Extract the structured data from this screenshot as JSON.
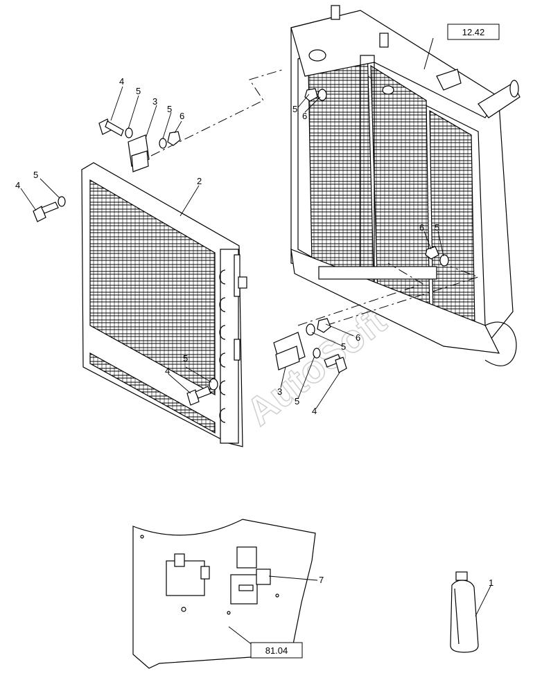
{
  "references": {
    "radiator": "12.42",
    "panel": "81.04"
  },
  "watermark": "AutoSoft",
  "callouts": {
    "item_1": "1",
    "item_2": "2",
    "item_3": "3",
    "item_4": "4",
    "item_5": "5",
    "item_6": "6",
    "item_7": "7"
  }
}
